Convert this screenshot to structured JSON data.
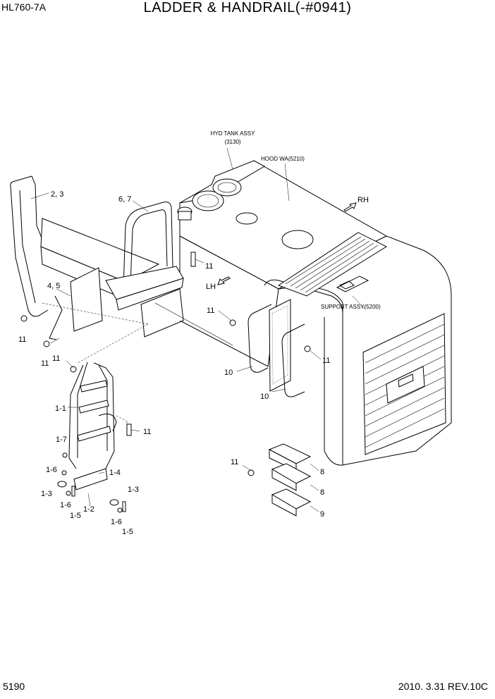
{
  "header": {
    "model": "HL760-7A",
    "title": "LADDER & HANDRAIL(-#0941)"
  },
  "footer": {
    "page": "5190",
    "revision": "2010. 3.31  REV.10C"
  },
  "notes": {
    "hyd_tank_1": "HYD TANK ASSY",
    "hyd_tank_2": "(3130)",
    "hood": "HOOD WA(5210)",
    "support": "SUPPORT ASSY(5200)"
  },
  "directions": {
    "rh": "RH",
    "lh": "LH"
  },
  "callouts": [
    {
      "id": "c-2-3",
      "text": "2, 3"
    },
    {
      "id": "c-6-7",
      "text": "6, 7"
    },
    {
      "id": "c-4-5",
      "text": "4, 5"
    },
    {
      "id": "c-11a",
      "text": "11"
    },
    {
      "id": "c-11b",
      "text": "11"
    },
    {
      "id": "c-11c",
      "text": "11"
    },
    {
      "id": "c-11d",
      "text": "11"
    },
    {
      "id": "c-11e",
      "text": "11"
    },
    {
      "id": "c-11f",
      "text": "11"
    },
    {
      "id": "c-11g",
      "text": "11"
    },
    {
      "id": "c-11h",
      "text": "11"
    },
    {
      "id": "c-10a",
      "text": "10"
    },
    {
      "id": "c-10b",
      "text": "10"
    },
    {
      "id": "c-1-1",
      "text": "1-1"
    },
    {
      "id": "c-1-7",
      "text": "1-7"
    },
    {
      "id": "c-1-6a",
      "text": "1-6"
    },
    {
      "id": "c-1-3a",
      "text": "1-3"
    },
    {
      "id": "c-1-6b",
      "text": "1-6"
    },
    {
      "id": "c-1-5a",
      "text": "1-5"
    },
    {
      "id": "c-1-2",
      "text": "1-2"
    },
    {
      "id": "c-1-4",
      "text": "1-4"
    },
    {
      "id": "c-1-3b",
      "text": "1-3"
    },
    {
      "id": "c-1-6c",
      "text": "1-6"
    },
    {
      "id": "c-1-5b",
      "text": "1-5"
    },
    {
      "id": "c-8a",
      "text": "8"
    },
    {
      "id": "c-8b",
      "text": "8"
    },
    {
      "id": "c-9",
      "text": "9"
    }
  ]
}
